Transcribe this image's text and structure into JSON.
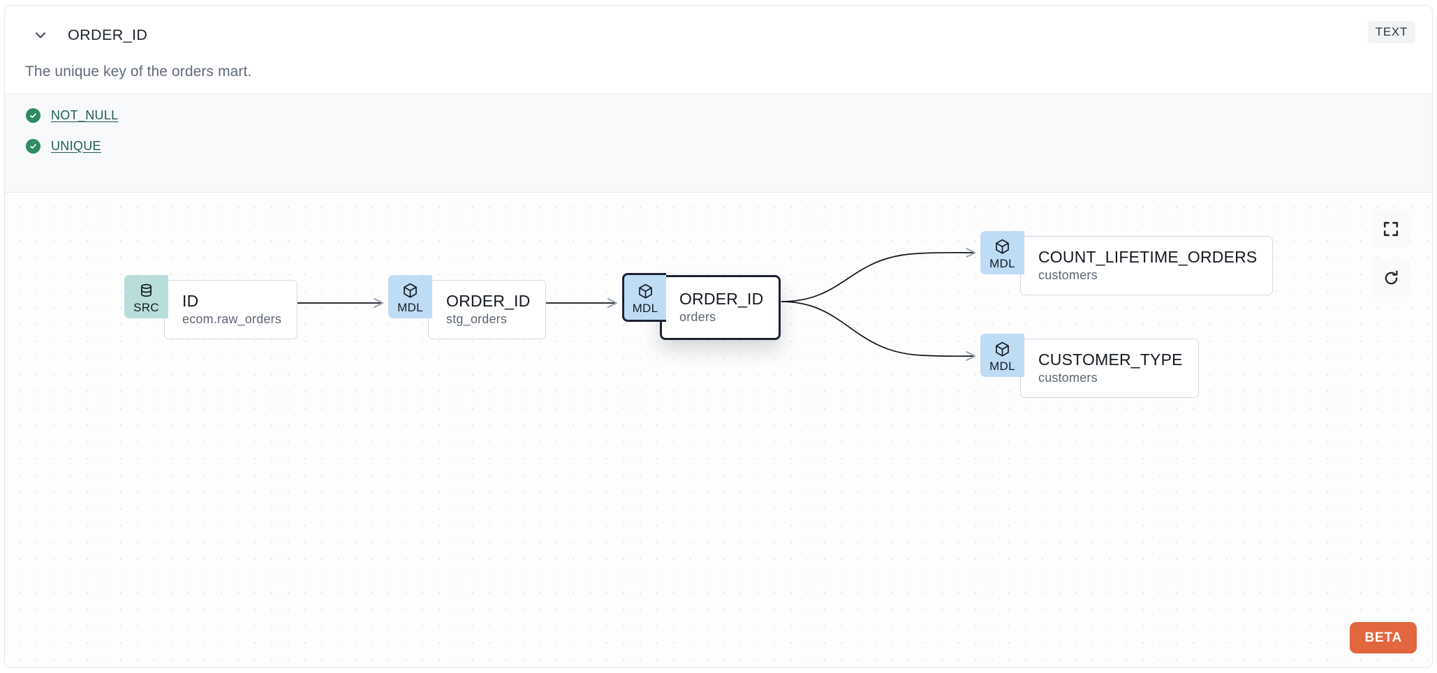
{
  "header": {
    "chevron_icon": "chevron-down-icon",
    "column_name": "ORDER_ID",
    "data_type": "TEXT",
    "description": "The unique key of the orders mart."
  },
  "tests": [
    {
      "status_icon": "check-circle-icon",
      "label": "NOT_NULL",
      "status": "passing"
    },
    {
      "status_icon": "check-circle-icon",
      "label": "UNIQUE",
      "status": "passing"
    }
  ],
  "lineage": {
    "nodes": [
      {
        "id": "src",
        "badge": "SRC",
        "badge_icon": "database-icon",
        "name": "ID",
        "model": "ecom.raw_orders",
        "selected": false
      },
      {
        "id": "stg",
        "badge": "MDL",
        "badge_icon": "cube-icon",
        "name": "ORDER_ID",
        "model": "stg_orders",
        "selected": false
      },
      {
        "id": "orders",
        "badge": "MDL",
        "badge_icon": "cube-icon",
        "name": "ORDER_ID",
        "model": "orders",
        "selected": true
      },
      {
        "id": "count",
        "badge": "MDL",
        "badge_icon": "cube-icon",
        "name": "COUNT_LIFETIME_ORDERS",
        "model": "customers",
        "selected": false
      },
      {
        "id": "ctype",
        "badge": "MDL",
        "badge_icon": "cube-icon",
        "name": "CUSTOMER_TYPE",
        "model": "customers",
        "selected": false
      }
    ],
    "edges": [
      {
        "from": "src",
        "to": "stg"
      },
      {
        "from": "stg",
        "to": "orders"
      },
      {
        "from": "orders",
        "to": "count"
      },
      {
        "from": "orders",
        "to": "ctype"
      }
    ],
    "controls": [
      {
        "name": "fit-view-button",
        "icon": "fullscreen-icon"
      },
      {
        "name": "reset-button",
        "icon": "refresh-icon"
      }
    ],
    "beta_label": "BETA"
  },
  "colors": {
    "src_badge": "#b9ddda",
    "mdl_badge": "#bfdcf5",
    "test_pass": "#2e8b62",
    "test_link": "#1f5c55",
    "beta": "#e2673e",
    "selected_border": "#1c2230"
  }
}
